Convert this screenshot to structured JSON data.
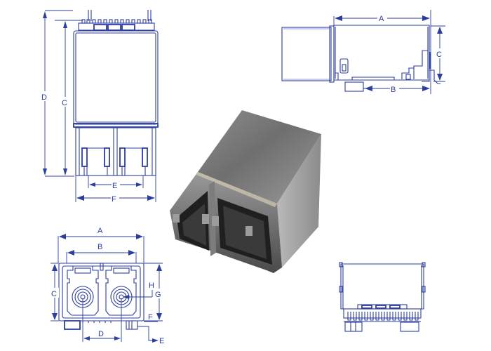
{
  "colors": {
    "line": "#2c3e9e",
    "background": "#ffffff",
    "metal_light": "#b8b8b8",
    "metal_dark": "#3a3a3a"
  },
  "views": {
    "front_top": {
      "labels": {
        "D": "D",
        "C": "C",
        "E": "E",
        "F": "F"
      }
    },
    "side": {
      "labels": {
        "A": "A",
        "B": "B",
        "C": "C"
      }
    },
    "port_face": {
      "labels": {
        "A": "A",
        "B": "B",
        "C": "C",
        "D": "D",
        "E": "E",
        "F": "F",
        "G": "G",
        "H": "H"
      }
    },
    "rear": {
      "pin_count": 13
    },
    "photo": {
      "subject": "duplex fiber optic transceiver module (metal shell, two LC ports)"
    }
  }
}
